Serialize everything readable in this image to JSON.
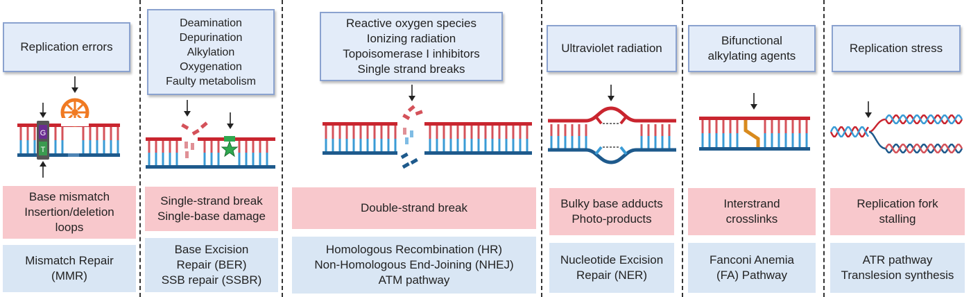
{
  "columns": [
    {
      "cause": "Replication errors",
      "damage": "Base mismatch\nInsertion/deletion\nloops",
      "repair": "Mismatch Repair\n(MMR)",
      "base_labels": [
        "G",
        "T"
      ]
    },
    {
      "cause": "Deamination\nDepurination\nAlkylation\nOxygenation\nFaulty metabolism",
      "damage": "Single-strand break\nSingle-base damage",
      "repair": "Base Excision\nRepair (BER)\nSSB repair (SSBR)"
    },
    {
      "cause": "Reactive oxygen species\nIonizing radiation\nTopoisomerase I inhibitors\nSingle strand breaks",
      "damage": "Double-strand break",
      "repair": "Homologous Recombination (HR)\nNon-Homologous End-Joining (NHEJ)\nATM pathway"
    },
    {
      "cause": "Ultraviolet radiation",
      "damage": "Bulky base adducts\nPhoto-products",
      "repair": "Nucleotide Excision\nRepair (NER)"
    },
    {
      "cause": "Bifunctional\nalkylating agents",
      "damage": "Interstrand\ncrosslinks",
      "repair": "Fanconi Anemia\n(FA) Pathway"
    },
    {
      "cause": "Replication stress",
      "damage": "Replication fork\nstalling",
      "repair": "ATR pathway\nTranslesion synthesis"
    }
  ],
  "colors": {
    "strand_red": "#c9252f",
    "strand_blue": "#1e5a8c",
    "rung_red": "#d4525a",
    "rung_blue": "#3a9bd5",
    "cause_fill": "#e3ecf9",
    "cause_border": "#8aa2cf",
    "damage_fill": "#f8c8cc",
    "repair_fill": "#d9e6f4",
    "polymerase": "#f07a22",
    "damage_star": "#2fa84f",
    "crosslink": "#d88a1e"
  },
  "icons": [
    "down-arrow-icon",
    "up-arrow-icon",
    "polymerase-icon",
    "star-icon"
  ]
}
